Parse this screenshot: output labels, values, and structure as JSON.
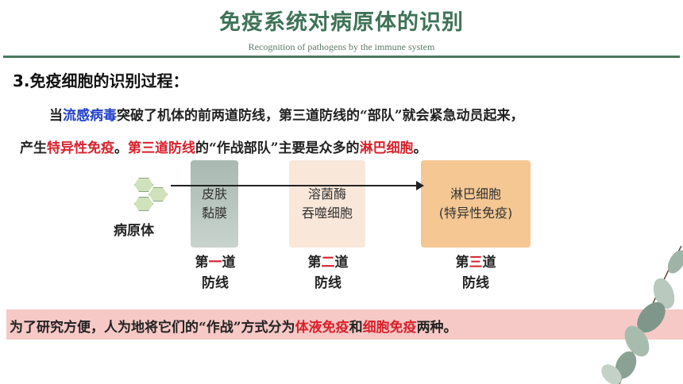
{
  "header": {
    "title": "免疫系统对病原体的识别",
    "subtitle": "Recognition of pathogens by the immune system"
  },
  "section": {
    "heading": "3.免疫细胞的识别过程："
  },
  "paragraph": {
    "line1_a": "当",
    "line1_flu": "流感病毒",
    "line1_b": "突破了机体的前两道防线，第三道防线的“部队”就会紧急动员起来，",
    "line2_a": "产生",
    "line2_specific": "特异性免疫",
    "line2_b": "。",
    "line2_third": "第三道防线",
    "line2_c": "的“作战部队”主要是众多的",
    "line2_lymph": "淋巴细胞",
    "line2_d": "。"
  },
  "diagram": {
    "pathogen_label": "病原体",
    "boxes": [
      {
        "line1": "皮肤",
        "line2": "黏膜"
      },
      {
        "line1": "溶菌酶",
        "line2": "吞噬细胞"
      },
      {
        "line1": "淋巴细胞",
        "line2": "(特异性免疫)"
      }
    ],
    "line_labels": [
      {
        "prefix": "第",
        "num": "一",
        "suffix": "道",
        "line2": "防线"
      },
      {
        "prefix": "第",
        "num": "二",
        "suffix": "道",
        "line2": "防线"
      },
      {
        "prefix": "第",
        "num": "三",
        "suffix": "道",
        "line2": "防线"
      }
    ]
  },
  "banner": {
    "a": "为了研究方便，人为地将它们的“作战”方式分为",
    "humoral": "体液免疫",
    "b": "和",
    "cellular": "细胞免疫",
    "c": "两种。"
  },
  "colors": {
    "title_green": "#3f7357",
    "accent_red": "#d8212c",
    "accent_blue": "#2240c9",
    "banner_pink": "#f6c9c6"
  }
}
